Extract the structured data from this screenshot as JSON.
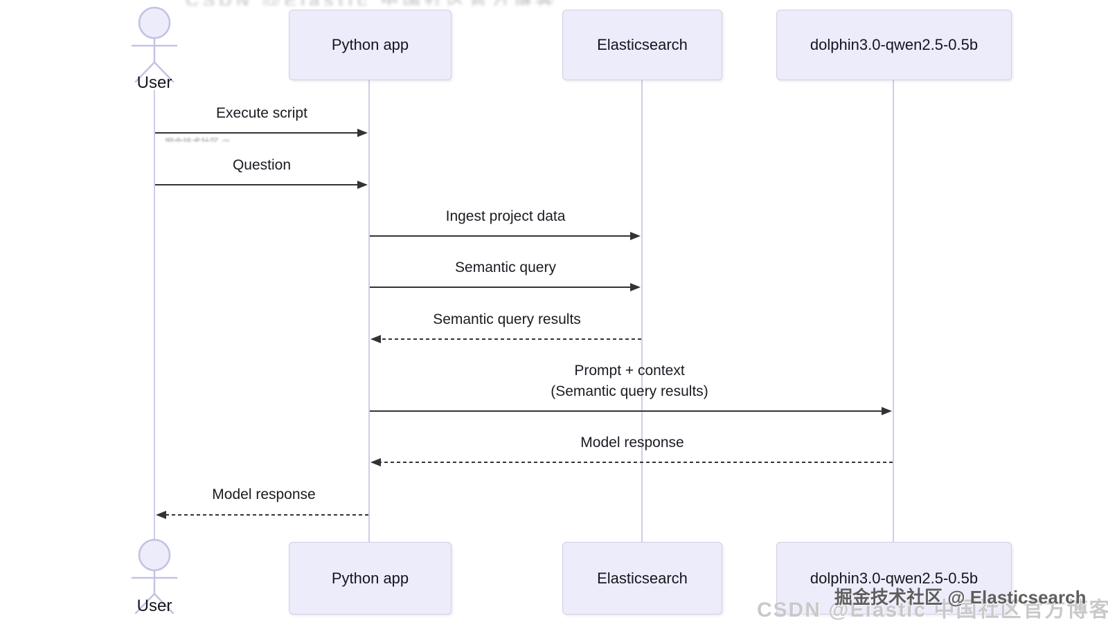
{
  "diagram": {
    "type": "sequence-diagram",
    "participants": [
      {
        "id": "user",
        "label": "User",
        "kind": "actor"
      },
      {
        "id": "python-app",
        "label": "Python app",
        "kind": "participant"
      },
      {
        "id": "elasticsearch",
        "label": "Elasticsearch",
        "kind": "participant"
      },
      {
        "id": "dolphin",
        "label": "dolphin3.0-qwen2.5-0.5b",
        "kind": "participant"
      }
    ],
    "messages": [
      {
        "from": "User",
        "to": "Python app",
        "label": "Execute script",
        "line": "solid"
      },
      {
        "from": "User",
        "to": "Python app",
        "label": "Question",
        "line": "solid"
      },
      {
        "from": "Python app",
        "to": "Elasticsearch",
        "label": "Ingest project data",
        "line": "solid"
      },
      {
        "from": "Python app",
        "to": "Elasticsearch",
        "label": "Semantic query",
        "line": "solid"
      },
      {
        "from": "Elasticsearch",
        "to": "Python app",
        "label": "Semantic query results",
        "line": "dashed"
      },
      {
        "from": "Python app",
        "to": "dolphin3.0-qwen2.5-0.5b",
        "label": "Prompt + context",
        "label_line2": "(Semantic query results)",
        "line": "solid"
      },
      {
        "from": "dolphin3.0-qwen2.5-0.5b",
        "to": "Python app",
        "label": "Model response",
        "line": "dashed"
      },
      {
        "from": "Python app",
        "to": "User",
        "label": "Model response",
        "line": "dashed"
      }
    ]
  },
  "watermarks": {
    "light": "CSDN @Elastic 中国社区官方博客",
    "dark": "掘金技术社区 @ Elasticsearch"
  },
  "colors": {
    "participant_fill": "#ECECFB",
    "participant_border": "#CFCFE6",
    "lifeline": "#CDCDE8",
    "actor_stroke": "#C2C2E2",
    "arrow": "#333333",
    "text": "#15151F",
    "watermark_light": "#C9C9C9",
    "watermark_dark": "#5E5E5E"
  }
}
